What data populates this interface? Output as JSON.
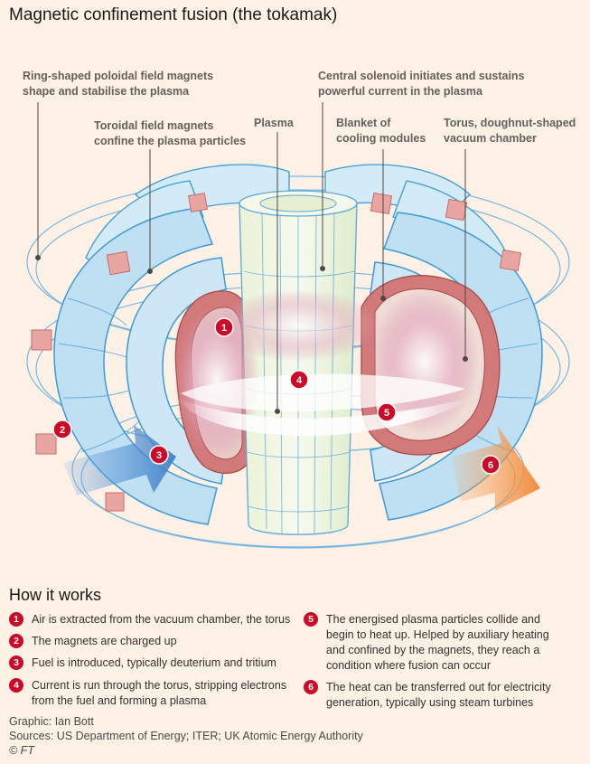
{
  "title": "Magnetic confinement fusion (the tokamak)",
  "labels": {
    "poloidal": [
      "Ring-shaped poloidal field magnets",
      "shape and stabilise the plasma"
    ],
    "solenoid": [
      "Central solenoid initiates and sustains",
      "powerful current in the plasma"
    ],
    "toroidal": [
      "Toroidal field magnets",
      "confine the plasma particles"
    ],
    "plasma": "Plasma",
    "blanket": [
      "Blanket of",
      "cooling modules"
    ],
    "torus": [
      "Torus, doughnut-shaped",
      "vacuum chamber"
    ]
  },
  "markers": [
    "1",
    "2",
    "3",
    "4",
    "5",
    "6"
  ],
  "how_it_works": {
    "title": "How it works",
    "steps": [
      {
        "num": "1",
        "text": "Air is extracted from the vacuum chamber, the torus"
      },
      {
        "num": "2",
        "text": "The magnets are charged up"
      },
      {
        "num": "3",
        "text": "Fuel is introduced, typically deuterium and tritium"
      },
      {
        "num": "4",
        "text": "Current is run through the torus, stripping electrons from the fuel and forming a plasma"
      },
      {
        "num": "5",
        "text": "The energised plasma particles collide and begin to heat up. Helped by auxiliary heating and confined by the magnets, they reach a condition where fusion can occur"
      },
      {
        "num": "6",
        "text": "The heat can be transferred out for electricity generation, typically using steam turbines"
      }
    ]
  },
  "footer": {
    "graphic": "Graphic: Ian Bott",
    "sources": "Sources: US Department of Energy; ITER; UK Atomic Energy Authority",
    "copyright": "© FT"
  },
  "colors": {
    "background": "#fdf1e6",
    "magnet_blue": "#bfe0f3",
    "magnet_outline": "#3d9ad6",
    "chamber_red": "#d27a79",
    "plasma_pink": "#d48aa5",
    "badge_red": "#cc0a28",
    "heat_orange": "#f5a35a",
    "fuel_blue": "#6aa3dc"
  }
}
